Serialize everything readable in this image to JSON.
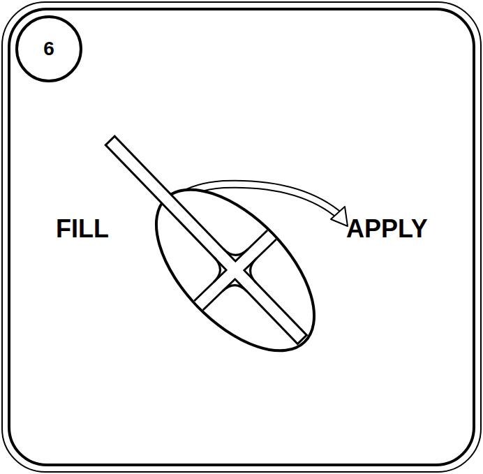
{
  "diagram": {
    "nodes": [
      {
        "text": [
          "6"
        ]
      }
    ],
    "labels": [
      "FILL",
      "APPLY"
    ]
  }
}
